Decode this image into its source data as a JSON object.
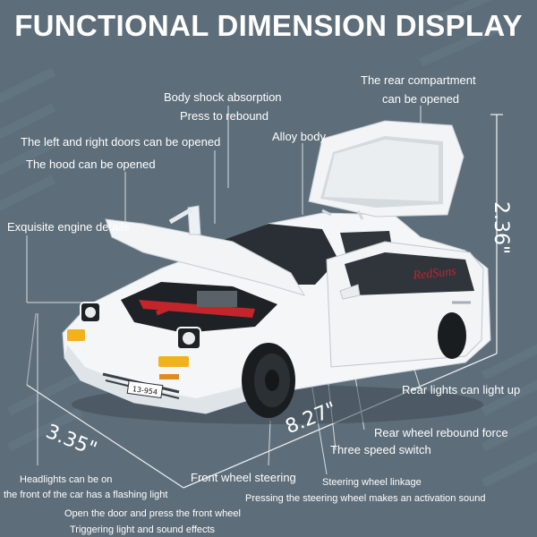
{
  "title": "FUNCTIONAL DIMENSION DISPLAY",
  "colors": {
    "background": "#5d6d79",
    "car_body": "#f4f6f8",
    "engine_red": "#c3252a",
    "text": "#ffffff"
  },
  "dimensions": {
    "height": "2.36\"",
    "length": "8.27\"",
    "width": "3.35\""
  },
  "plate_text": "13-954",
  "decal_text": "RedSuns",
  "features": {
    "body_shock_1": "Body shock absorption",
    "body_shock_2": "Press to rebound",
    "rear_comp_1": "The rear compartment",
    "rear_comp_2": "can be opened",
    "doors": "The left and right doors can be opened",
    "alloy": "Alloy body",
    "hood": "The hood can be opened",
    "engine": "Exquisite engine details",
    "rear_lights": "Rear lights can light up",
    "rear_wheel": "Rear wheel rebound force",
    "three_speed": "Three speed switch",
    "headlights_1": "Headlights can be on",
    "headlights_2": "the front of the car has a flashing light",
    "front_steering": "Front wheel steering",
    "steering_linkage": "Steering wheel linkage",
    "steering_sound": "Pressing the steering wheel makes an activation sound",
    "door_press_1": "Open the door and press the front wheel",
    "door_press_2": "Triggering light and sound effects"
  }
}
